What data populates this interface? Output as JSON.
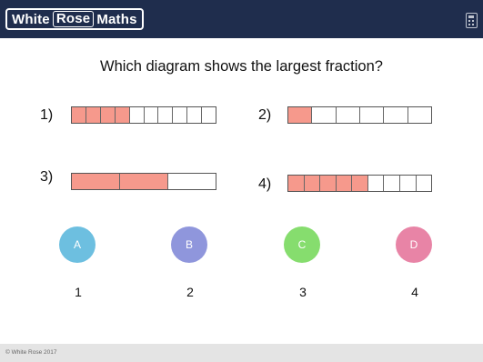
{
  "header": {
    "logo_left": "White",
    "logo_box": "Rose",
    "logo_right": "Maths",
    "calculator_icon": "no-calculator-icon"
  },
  "question": "Which diagram shows the largest fraction?",
  "diagrams": [
    {
      "label": "1)",
      "parts": 10,
      "shaded": 4
    },
    {
      "label": "2)",
      "parts": 6,
      "shaded": 1
    },
    {
      "label": "3)",
      "parts": 3,
      "shaded": 2
    },
    {
      "label": "4)",
      "parts": 9,
      "shaded": 5
    }
  ],
  "answers": [
    {
      "letter": "A",
      "number": "1",
      "color": "#6dbfe0"
    },
    {
      "letter": "B",
      "number": "2",
      "color": "#8f96dc"
    },
    {
      "letter": "C",
      "number": "3",
      "color": "#86dd6e"
    },
    {
      "letter": "D",
      "number": "4",
      "color": "#e884a6"
    }
  ],
  "footer": {
    "copyright": "© White Rose 2017"
  },
  "colors": {
    "header_bg": "#1f2d4d",
    "shaded_fill": "#f6998c"
  }
}
